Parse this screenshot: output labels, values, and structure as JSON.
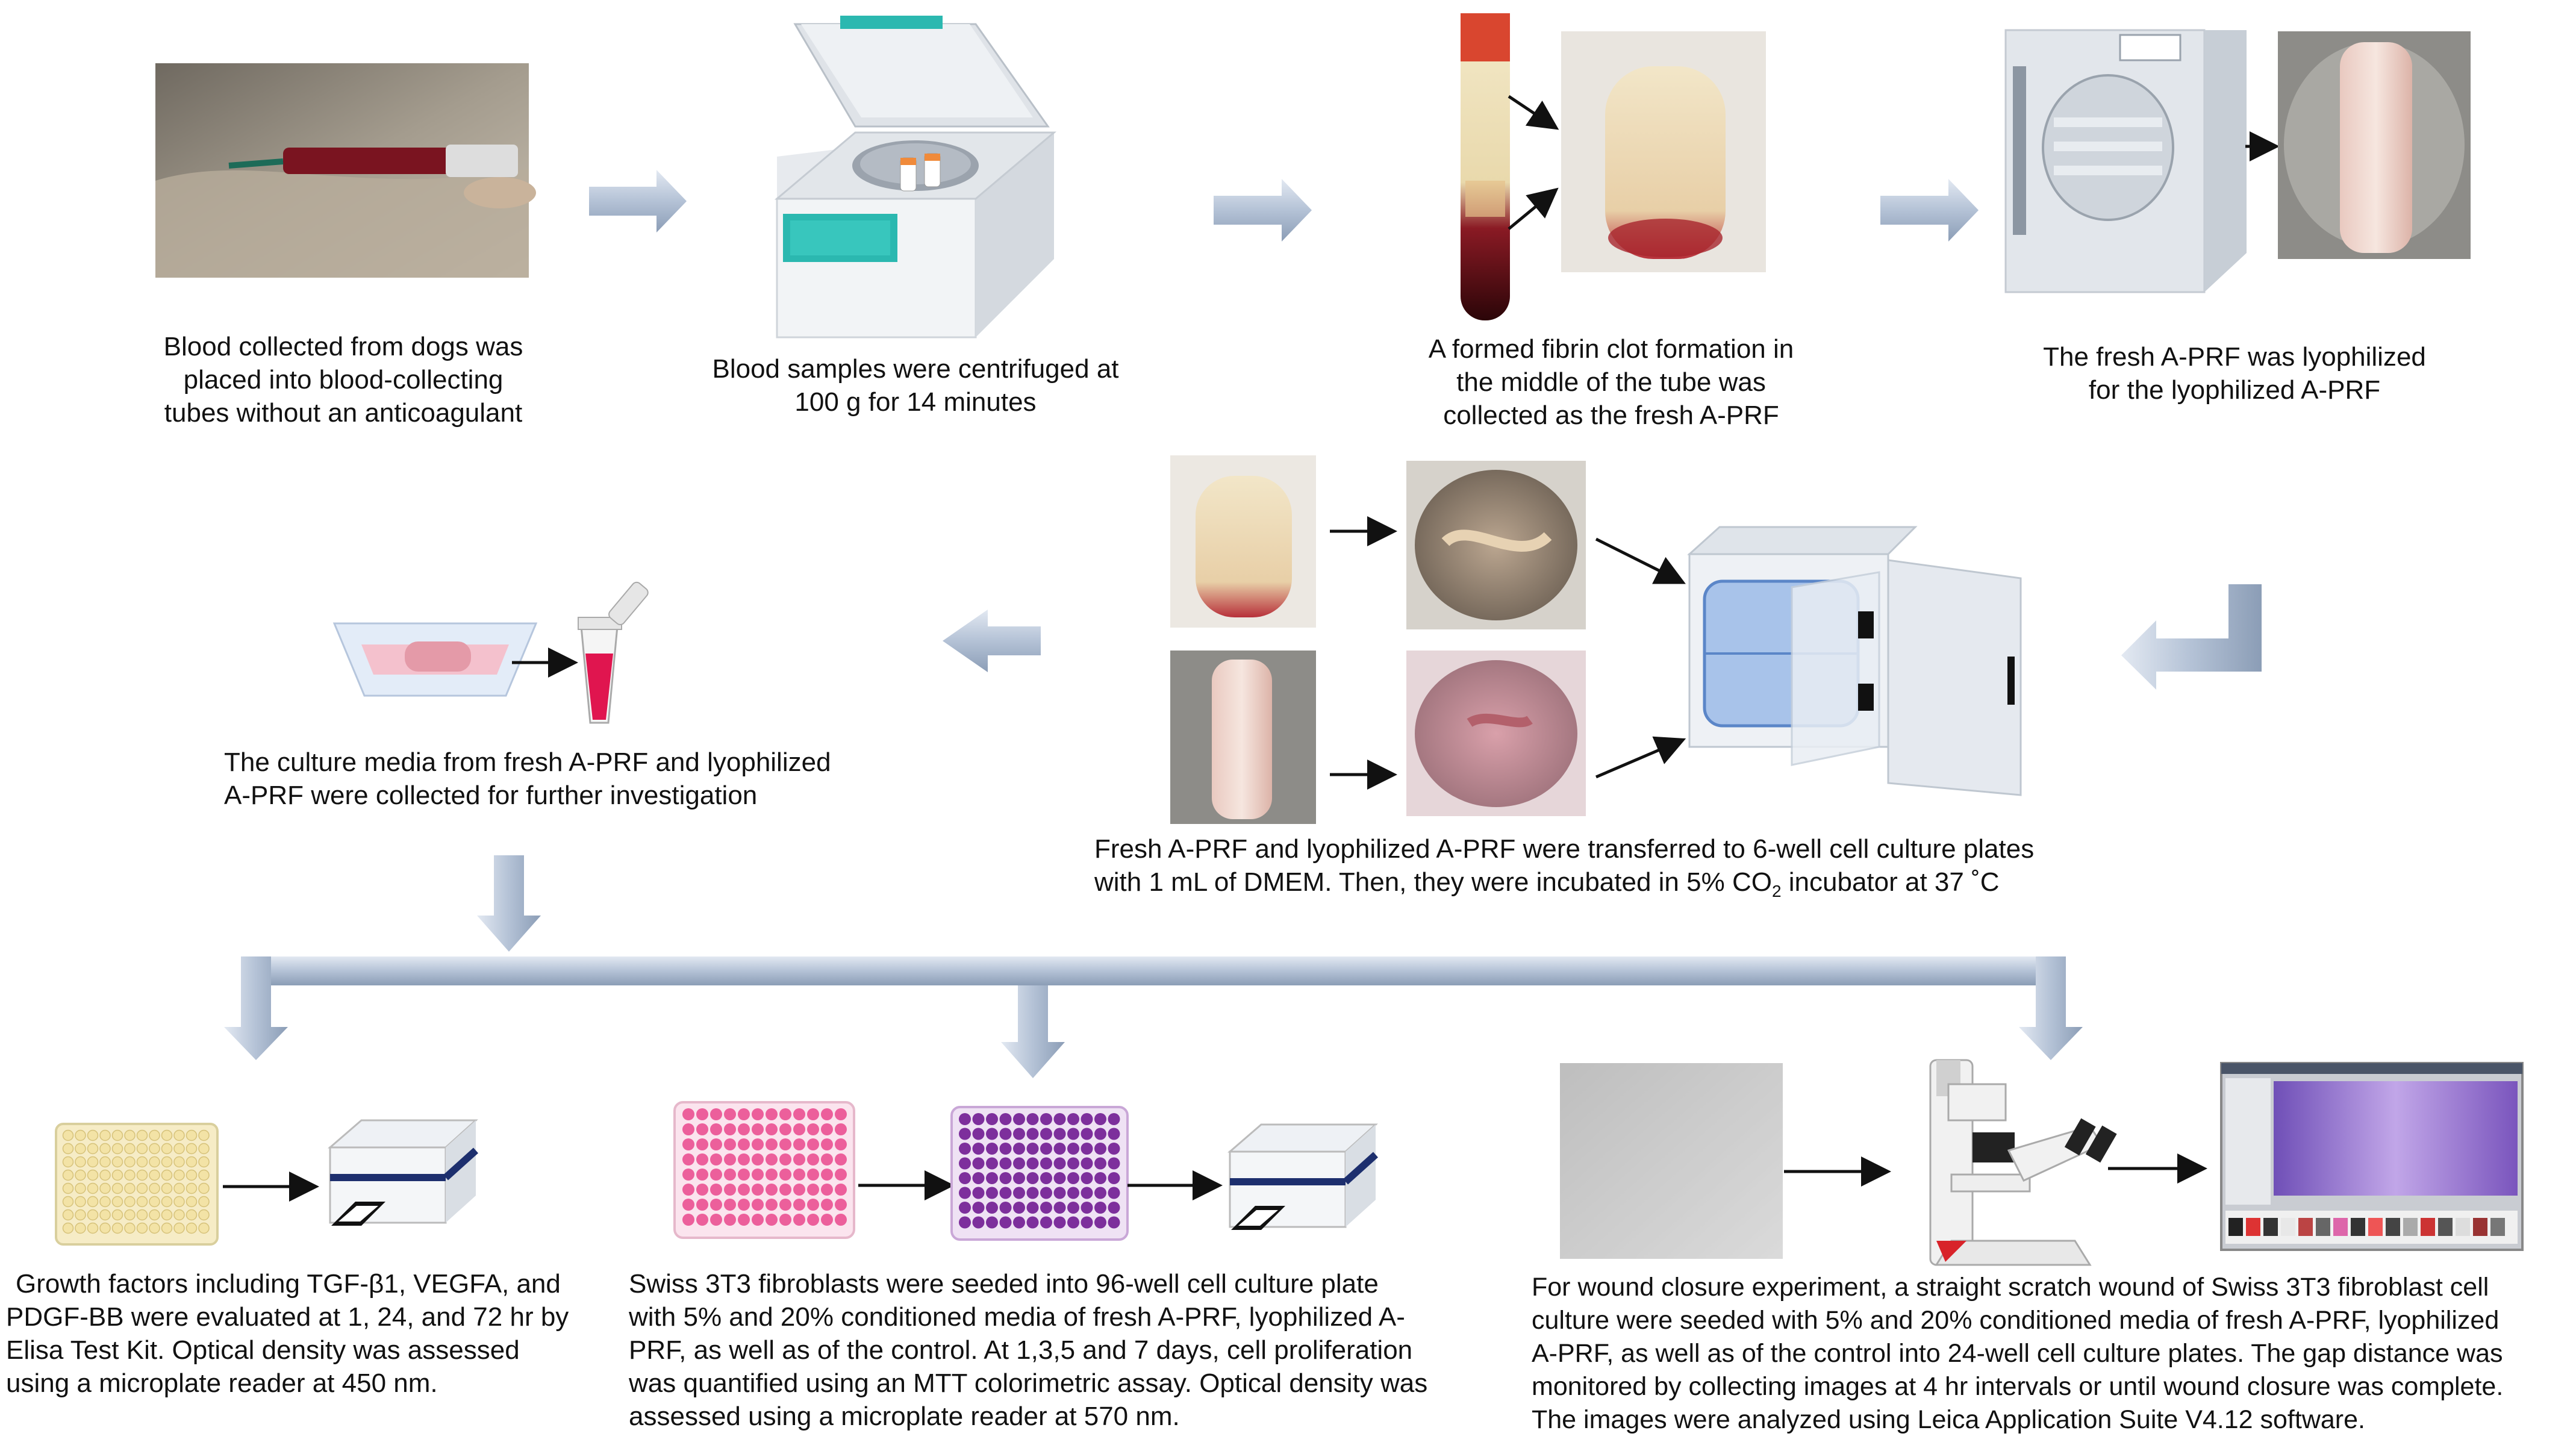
{
  "captions": {
    "blood_collection": [
      "Blood collected from dogs was",
      "placed into blood-collecting",
      "tubes without an anticoagulant"
    ],
    "centrifuge": [
      "Blood samples were centrifuged at",
      "100 g for 14 minutes"
    ],
    "fibrin_clot": [
      "A formed fibrin clot formation in",
      "the middle of the tube was",
      "collected as the fresh A-PRF"
    ],
    "lyophilize": [
      "The fresh A-PRF was lyophilized",
      "for the lyophilized A-PRF"
    ],
    "culture_media": [
      "The culture media from fresh A-PRF and lyophilized",
      "A-PRF were collected for further investigation"
    ],
    "incubation_line1": "Fresh A-PRF and lyophilized A-PRF were transferred to 6-well cell culture plates",
    "incubation_line2_pre": "with 1 mL of DMEM. Then, they were incubated in 5% CO",
    "incubation_line2_sub": "2",
    "incubation_line2_post": " incubator at 37  ˚C",
    "growth_factors": [
      "Growth factors including TGF-β1, VEGFA, and",
      "PDGF-BB were evaluated at 1, 24, and 72 hr by",
      "Elisa Test Kit. Optical density was assessed",
      "using a microplate reader at 450 nm."
    ],
    "mtt_assay": [
      "Swiss 3T3 fibroblasts were seeded into 96-well cell culture plate",
      "with 5% and 20% conditioned media of fresh A-PRF, lyophilized A-",
      "PRF, as well as of the control. At 1,3,5 and 7 days, cell proliferation",
      "was quantified using an MTT colorimetric assay. Optical density was",
      "assessed using a microplate reader at 570 nm."
    ],
    "wound_closure": [
      "For wound closure experiment, a straight scratch wound of Swiss 3T3 fibroblast cell",
      "culture were seeded with 5% and 20% conditioned media of fresh A-PRF, lyophilized",
      "A-PRF, as well as of the control into 24-well cell culture plates. The gap distance was",
      "monitored by collecting images at 4 hr intervals or until wound closure was complete.",
      "The images were analyzed using Leica Application Suite V4.12 software."
    ]
  },
  "colors": {
    "arrow_fill": "#b9c6d8",
    "arrow_dark": "#8da0b8",
    "pink_plate": "#ec5f9b",
    "purple_plate": "#7d2f9c",
    "yellow_plate": "#f3e3a6",
    "centrifuge_teal": "#2bb8b0"
  }
}
